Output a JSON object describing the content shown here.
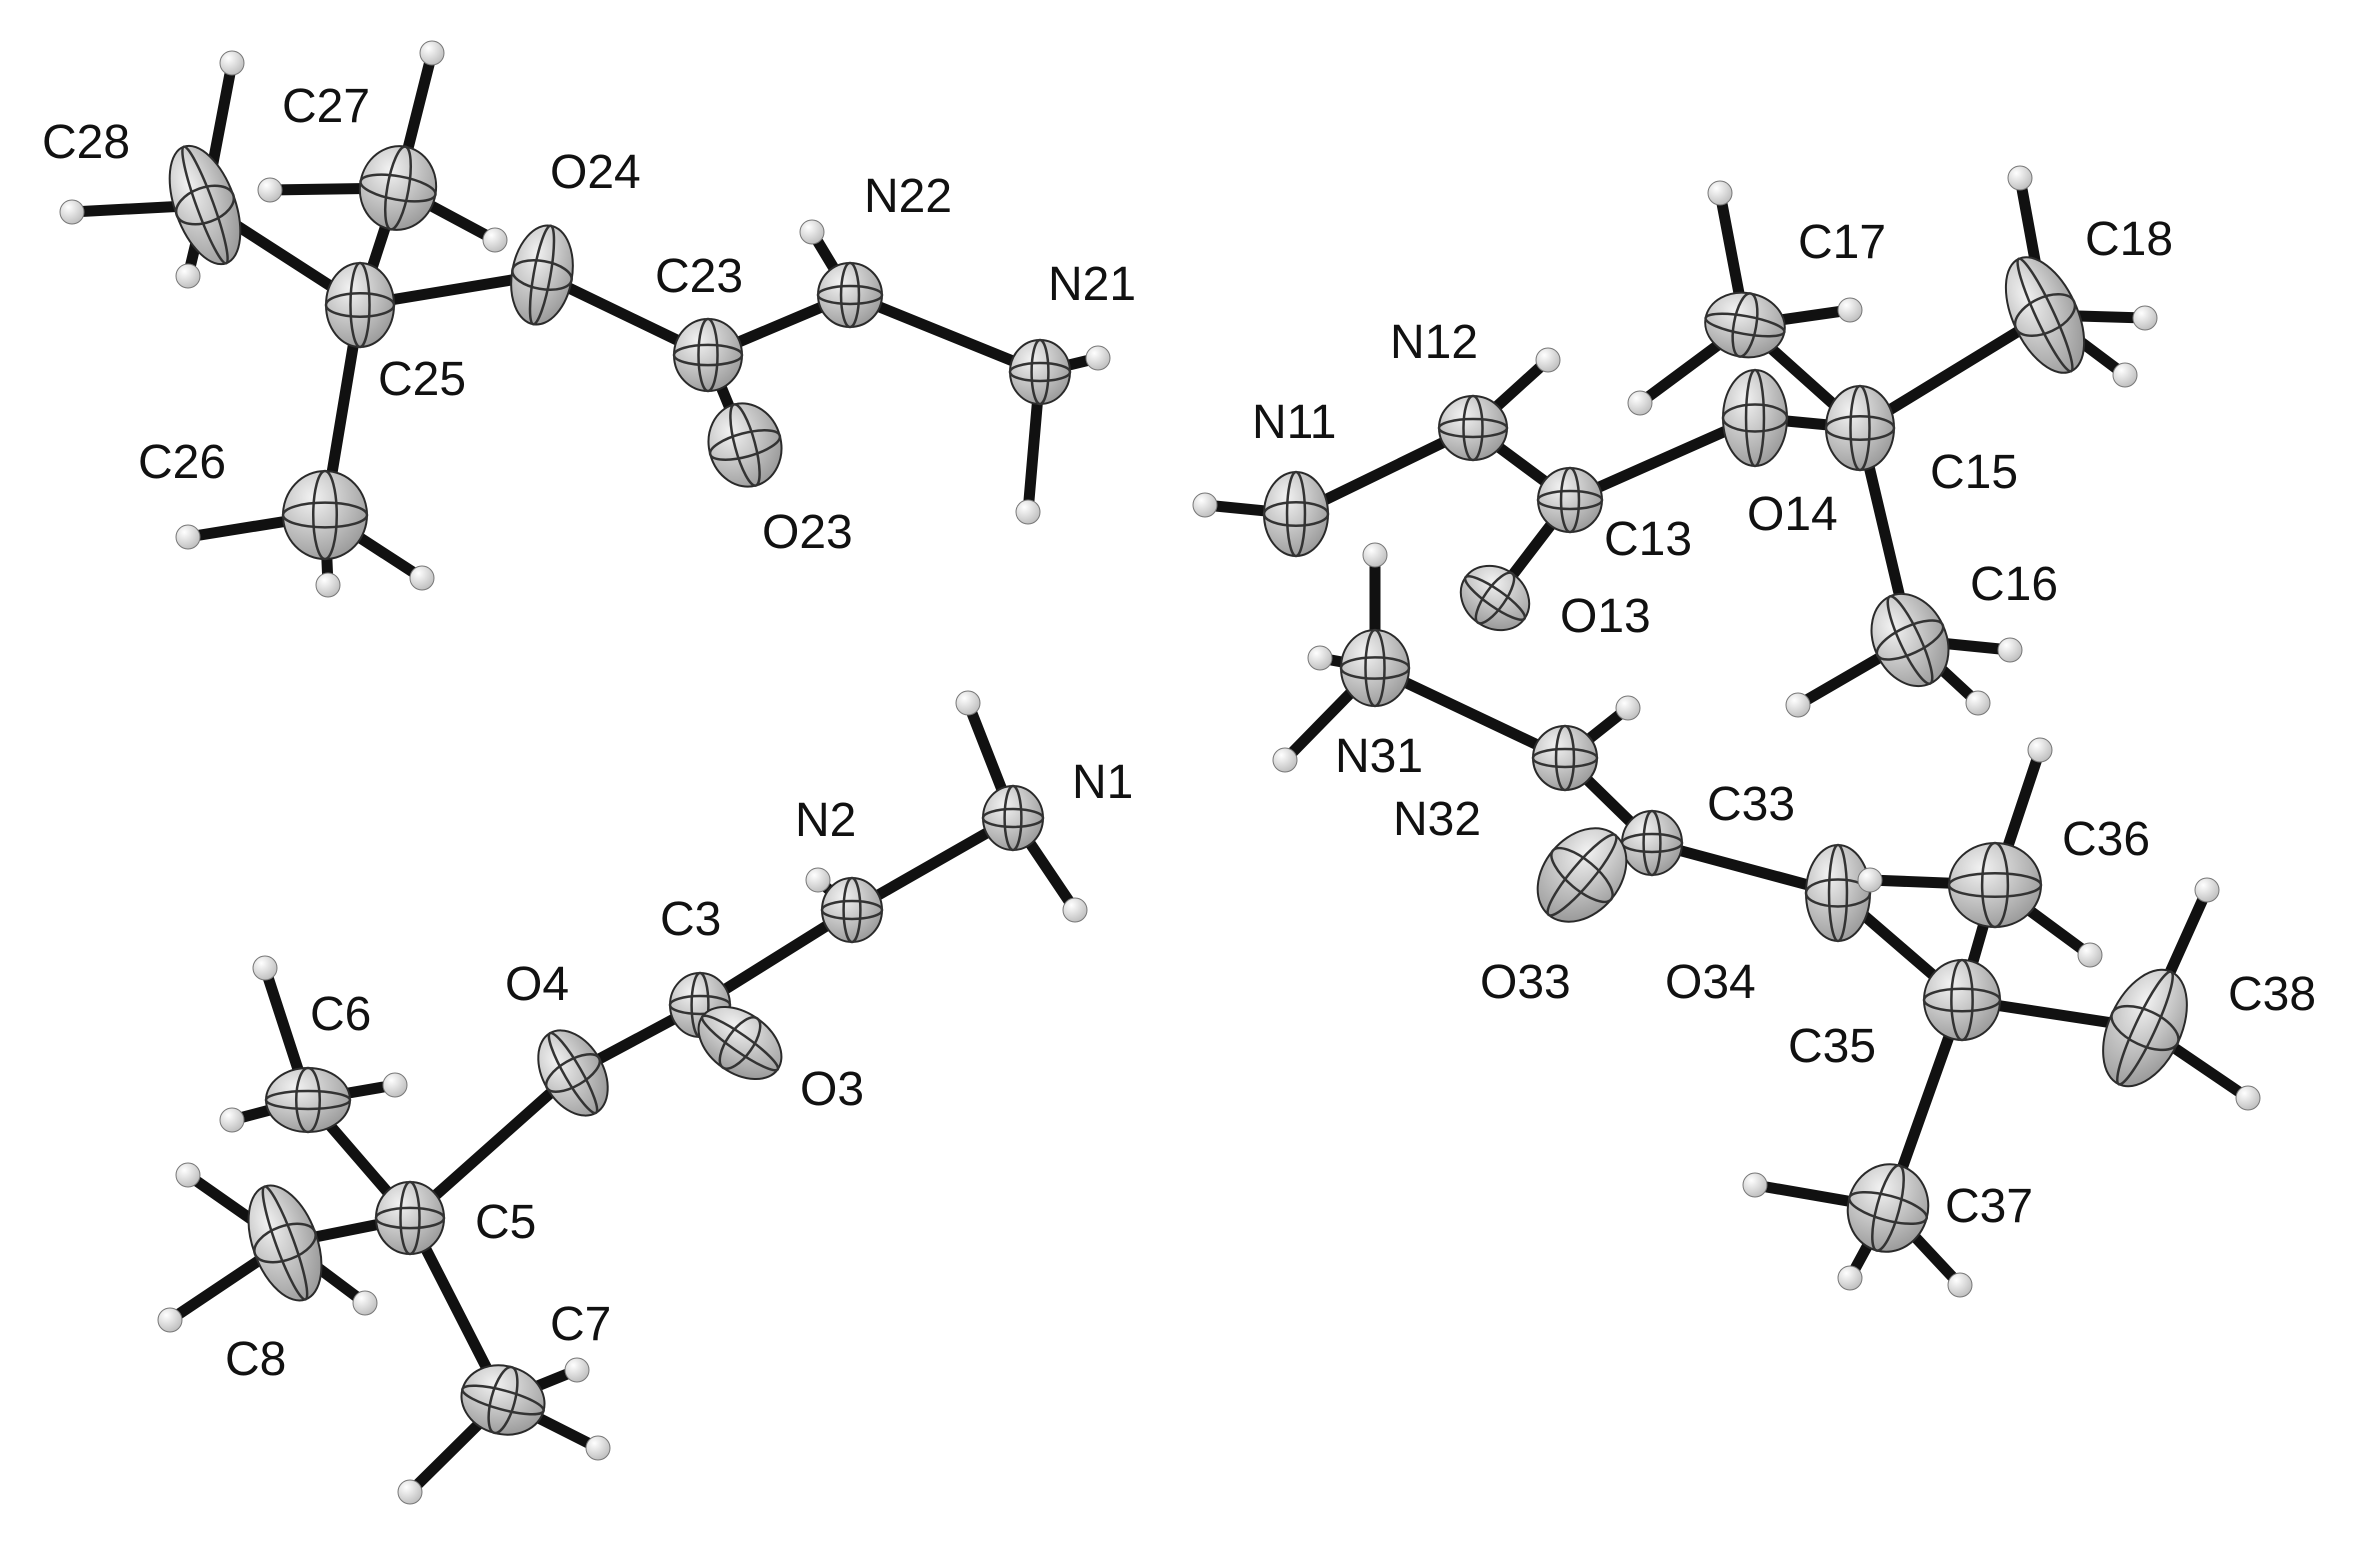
{
  "diagram": {
    "atoms": [
      {
        "id": "C28",
        "el": "C",
        "label": "C28"
      },
      {
        "id": "C27",
        "el": "C",
        "label": "C27"
      },
      {
        "id": "C25",
        "el": "C",
        "label": "C25"
      },
      {
        "id": "C26",
        "el": "C",
        "label": "C26"
      },
      {
        "id": "O24",
        "el": "O",
        "label": "O24"
      },
      {
        "id": "C23",
        "el": "C",
        "label": "C23"
      },
      {
        "id": "O23",
        "el": "O",
        "label": "O23"
      },
      {
        "id": "N22",
        "el": "N",
        "label": "N22"
      },
      {
        "id": "N21",
        "el": "N",
        "label": "N21"
      },
      {
        "id": "N1",
        "el": "N",
        "label": "N1"
      },
      {
        "id": "N2",
        "el": "N",
        "label": "N2"
      },
      {
        "id": "C3",
        "el": "C",
        "label": "C3"
      },
      {
        "id": "O3",
        "el": "O",
        "label": "O3"
      },
      {
        "id": "O4",
        "el": "O",
        "label": "O4"
      },
      {
        "id": "C5",
        "el": "C",
        "label": "C5"
      },
      {
        "id": "C6",
        "el": "C",
        "label": "C6"
      },
      {
        "id": "C7",
        "el": "C",
        "label": "C7"
      },
      {
        "id": "C8",
        "el": "C",
        "label": "C8"
      },
      {
        "id": "N11",
        "el": "N",
        "label": "N11"
      },
      {
        "id": "N12",
        "el": "N",
        "label": "N12"
      },
      {
        "id": "C13",
        "el": "C",
        "label": "C13"
      },
      {
        "id": "O13",
        "el": "O",
        "label": "O13"
      },
      {
        "id": "O14",
        "el": "O",
        "label": "O14"
      },
      {
        "id": "C15",
        "el": "C",
        "label": "C15"
      },
      {
        "id": "C16",
        "el": "C",
        "label": "C16"
      },
      {
        "id": "C17",
        "el": "C",
        "label": "C17"
      },
      {
        "id": "C18",
        "el": "C",
        "label": "C18"
      },
      {
        "id": "N31",
        "el": "N",
        "label": "N31"
      },
      {
        "id": "N32",
        "el": "N",
        "label": "N32"
      },
      {
        "id": "C33",
        "el": "C",
        "label": "C33"
      },
      {
        "id": "O33",
        "el": "O",
        "label": "O33"
      },
      {
        "id": "O34",
        "el": "O",
        "label": "O34"
      },
      {
        "id": "C35",
        "el": "C",
        "label": "C35"
      },
      {
        "id": "C36",
        "el": "C",
        "label": "C36"
      },
      {
        "id": "C37",
        "el": "C",
        "label": "C37"
      },
      {
        "id": "C38",
        "el": "C",
        "label": "C38"
      },
      {
        "id": "H28a",
        "el": "H"
      },
      {
        "id": "H28b",
        "el": "H"
      },
      {
        "id": "H28c",
        "el": "H"
      },
      {
        "id": "H27a",
        "el": "H"
      },
      {
        "id": "H27b",
        "el": "H"
      },
      {
        "id": "H27c",
        "el": "H"
      },
      {
        "id": "H26a",
        "el": "H"
      },
      {
        "id": "H26b",
        "el": "H"
      },
      {
        "id": "H26c",
        "el": "H"
      },
      {
        "id": "H22",
        "el": "H"
      },
      {
        "id": "H21a",
        "el": "H"
      },
      {
        "id": "H21b",
        "el": "H"
      },
      {
        "id": "H1a",
        "el": "H"
      },
      {
        "id": "H1b",
        "el": "H"
      },
      {
        "id": "H2",
        "el": "H"
      },
      {
        "id": "H6a",
        "el": "H"
      },
      {
        "id": "H6b",
        "el": "H"
      },
      {
        "id": "H6c",
        "el": "H"
      },
      {
        "id": "H8a",
        "el": "H"
      },
      {
        "id": "H8b",
        "el": "H"
      },
      {
        "id": "H8c",
        "el": "H"
      },
      {
        "id": "H7a",
        "el": "H"
      },
      {
        "id": "H7b",
        "el": "H"
      },
      {
        "id": "H7c",
        "el": "H"
      },
      {
        "id": "H11",
        "el": "H"
      },
      {
        "id": "H12",
        "el": "H"
      },
      {
        "id": "H17a",
        "el": "H"
      },
      {
        "id": "H17b",
        "el": "H"
      },
      {
        "id": "H17c",
        "el": "H"
      },
      {
        "id": "H18a",
        "el": "H"
      },
      {
        "id": "H18b",
        "el": "H"
      },
      {
        "id": "H18c",
        "el": "H"
      },
      {
        "id": "H16a",
        "el": "H"
      },
      {
        "id": "H16b",
        "el": "H"
      },
      {
        "id": "H16c",
        "el": "H"
      },
      {
        "id": "H31a",
        "el": "H"
      },
      {
        "id": "H31b",
        "el": "H"
      },
      {
        "id": "H31c",
        "el": "H"
      },
      {
        "id": "H32",
        "el": "H"
      },
      {
        "id": "H36a",
        "el": "H"
      },
      {
        "id": "H36b",
        "el": "H"
      },
      {
        "id": "H36c",
        "el": "H"
      },
      {
        "id": "H38a",
        "el": "H"
      },
      {
        "id": "H38b",
        "el": "H"
      },
      {
        "id": "H37a",
        "el": "H"
      },
      {
        "id": "H37b",
        "el": "H"
      },
      {
        "id": "H37c",
        "el": "H"
      }
    ],
    "bonds": [
      [
        "C28",
        "C25"
      ],
      [
        "C27",
        "C25"
      ],
      [
        "C26",
        "C25"
      ],
      [
        "C25",
        "O24"
      ],
      [
        "O24",
        "C23"
      ],
      [
        "C23",
        "O23"
      ],
      [
        "C23",
        "N22"
      ],
      [
        "N22",
        "N21"
      ],
      [
        "C28",
        "H28a"
      ],
      [
        "C28",
        "H28b"
      ],
      [
        "C28",
        "H28c"
      ],
      [
        "C27",
        "H27a"
      ],
      [
        "C27",
        "H27b"
      ],
      [
        "C27",
        "H27c"
      ],
      [
        "C26",
        "H26a"
      ],
      [
        "C26",
        "H26b"
      ],
      [
        "C26",
        "H26c"
      ],
      [
        "N22",
        "H22"
      ],
      [
        "N21",
        "H21a"
      ],
      [
        "N21",
        "H21b"
      ],
      [
        "N1",
        "N2"
      ],
      [
        "N2",
        "C3"
      ],
      [
        "C3",
        "O3"
      ],
      [
        "C3",
        "O4"
      ],
      [
        "O4",
        "C5"
      ],
      [
        "C5",
        "C6"
      ],
      [
        "C5",
        "C7"
      ],
      [
        "C5",
        "C8"
      ],
      [
        "N1",
        "H1a"
      ],
      [
        "N1",
        "H1b"
      ],
      [
        "N2",
        "H2"
      ],
      [
        "C6",
        "H6a"
      ],
      [
        "C6",
        "H6b"
      ],
      [
        "C6",
        "H6c"
      ],
      [
        "C8",
        "H8a"
      ],
      [
        "C8",
        "H8b"
      ],
      [
        "C8",
        "H8c"
      ],
      [
        "C7",
        "H7a"
      ],
      [
        "C7",
        "H7b"
      ],
      [
        "C7",
        "H7c"
      ],
      [
        "N11",
        "N12"
      ],
      [
        "N12",
        "C13"
      ],
      [
        "C13",
        "O13"
      ],
      [
        "C13",
        "O14"
      ],
      [
        "O14",
        "C15"
      ],
      [
        "C15",
        "C16"
      ],
      [
        "C15",
        "C17"
      ],
      [
        "C15",
        "C18"
      ],
      [
        "N11",
        "H11"
      ],
      [
        "N12",
        "H12"
      ],
      [
        "C17",
        "H17a"
      ],
      [
        "C17",
        "H17b"
      ],
      [
        "C17",
        "H17c"
      ],
      [
        "C18",
        "H18a"
      ],
      [
        "C18",
        "H18b"
      ],
      [
        "C18",
        "H18c"
      ],
      [
        "C16",
        "H16a"
      ],
      [
        "C16",
        "H16b"
      ],
      [
        "C16",
        "H16c"
      ],
      [
        "N31",
        "N32"
      ],
      [
        "N32",
        "C33"
      ],
      [
        "C33",
        "O33"
      ],
      [
        "C33",
        "O34"
      ],
      [
        "O34",
        "C35"
      ],
      [
        "C35",
        "C36"
      ],
      [
        "C35",
        "C37"
      ],
      [
        "C35",
        "C38"
      ],
      [
        "N31",
        "H31a"
      ],
      [
        "N31",
        "H31b"
      ],
      [
        "N31",
        "H31c"
      ],
      [
        "N32",
        "H32"
      ],
      [
        "C36",
        "H36a"
      ],
      [
        "C36",
        "H36b"
      ],
      [
        "C36",
        "H36c"
      ],
      [
        "C38",
        "H38a"
      ],
      [
        "C38",
        "H38b"
      ],
      [
        "C37",
        "H37a"
      ],
      [
        "C37",
        "H37b"
      ],
      [
        "C37",
        "H37c"
      ]
    ],
    "colors": {
      "bond": "#111111",
      "atom_fill_light": "#f2f2f2",
      "atom_fill_dark": "#9a9a9a",
      "atom_outline": "#2a2a2a",
      "hydrogen_light": "#ffffff",
      "hydrogen_dark": "#bdbdbd",
      "label": "#111111"
    }
  }
}
